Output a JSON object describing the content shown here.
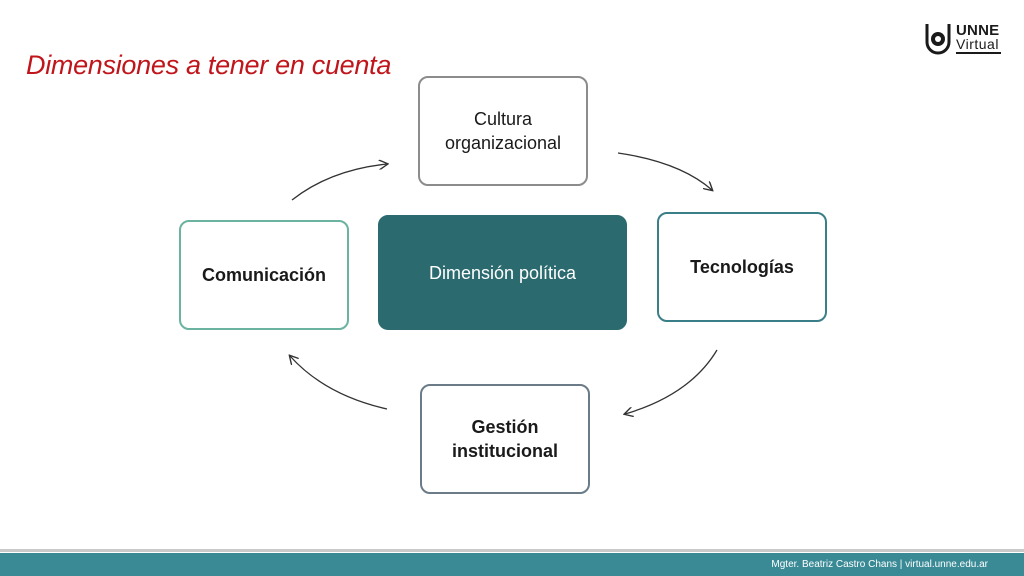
{
  "slide": {
    "title": "Dimensiones a tener en cuenta",
    "logo": {
      "top": "UNNE",
      "bottom": "Virtual"
    },
    "footer": "Mgter. Beatriz Castro Chans | virtual.unne.edu.ar"
  },
  "diagram": {
    "center": "Dimensión política",
    "nodes": [
      {
        "id": "cultura",
        "lines": [
          "Cultura",
          "organizacional"
        ]
      },
      {
        "id": "tecnologias",
        "lines": [
          "Tecnologías"
        ]
      },
      {
        "id": "gestion",
        "lines": [
          "Gestión",
          "institucional"
        ]
      },
      {
        "id": "comunicacion",
        "lines": [
          "Comunicación"
        ]
      }
    ],
    "cycle": [
      "cultura",
      "tecnologias",
      "gestion",
      "comunicacion",
      "cultura"
    ]
  },
  "colors": {
    "title": "#c0161b",
    "center_fill": "#2b6a6f",
    "footer_bar": "#3a8a96"
  }
}
